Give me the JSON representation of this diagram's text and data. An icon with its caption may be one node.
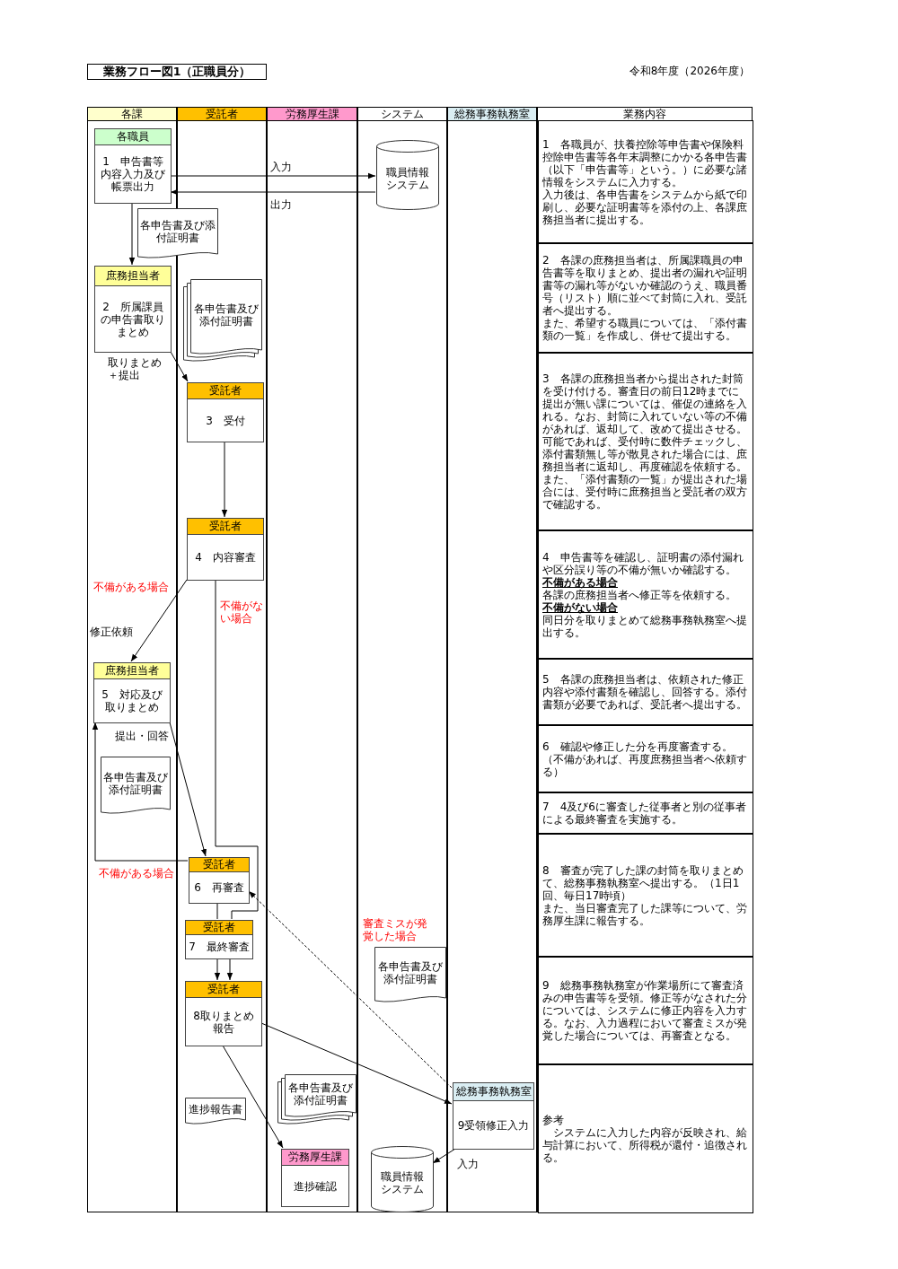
{
  "diagram": {
    "title": "業務フロー図1（正職員分）",
    "nodes": [
      {
        "text": [
          "各課"
        ]
      },
      {
        "text": [
          "受託者"
        ]
      },
      {
        "text": [
          "労務厚生課"
        ]
      },
      {
        "text": [
          "システム"
        ]
      },
      {
        "text": [
          "総務事務執務室"
        ]
      },
      {
        "text": [
          "業務内容"
        ]
      },
      {
        "text": [
          "各職員",
          "1　申告書等内容入力及び帳票出力"
        ],
        "in": 0
      },
      {
        "text": [
          "職員情報システム"
        ],
        "in": 3
      },
      {
        "text": [
          "各申告書及び添付証明書"
        ]
      },
      {
        "text": [
          "庶務担当者",
          "2　所属課員の申告書取りまとめ"
        ],
        "in": 0
      },
      {
        "text": [
          "各申告書及び添付証明書"
        ],
        "in": 1
      },
      {
        "text": [
          "受託者",
          "3　受付"
        ],
        "in": 1
      },
      {
        "text": [
          "受託者",
          "4　内容審査"
        ],
        "in": 1
      },
      {
        "text": [
          "庶務担当者",
          "5　対応及び取りまとめ"
        ],
        "in": 0
      },
      {
        "text": [
          "各申告書及び添付証明書"
        ],
        "in": 0
      },
      {
        "text": [
          "受託者",
          "6　再審査"
        ],
        "in": 1
      },
      {
        "text": [
          "受託者",
          "7　最終審査"
        ],
        "in": 1
      },
      {
        "text": [
          "受託者",
          "8取りまとめ報告"
        ],
        "in": 1
      },
      {
        "text": [
          "各申告書及び添付証明書"
        ],
        "in": 3
      },
      {
        "text": [
          "各申告書及び添付証明書"
        ],
        "in": 2
      },
      {
        "text": [
          "総務事務執務室",
          "9受領修正入力"
        ],
        "in": 4
      },
      {
        "text": [
          "進捗報告書"
        ],
        "in": 1
      },
      {
        "text": [
          "労務厚生課",
          "進捗確認"
        ],
        "in": 2
      },
      {
        "text": [
          "職員情報システム"
        ],
        "in": 3
      },
      {
        "text": [
          "1　各職員が、扶養控除等申告書や保険料控除申告書等各年末調整にかかる各申告書（以下「申告書等」という。）に必要な諸情報をシステムに入力する。",
          "入力後は、各申告書をシステムから紙で印刷し、必要な証明書等を添付の上、各課庶務担当者に提出する。"
        ],
        "in": 5
      },
      {
        "text": [
          "2　各課の庶務担当者は、所属課職員の申告書等を取りまとめ、提出者の漏れや証明書等の漏れ等がないか確認のうえ、職員番号（リスト）順に並べて封筒に入れ、受託者へ提出する。",
          "また、希望する職員については、「添付書類の一覧」を作成し、併せて提出する。"
        ],
        "in": 5
      },
      {
        "text": [
          "3　各課の庶務担当者から提出された封筒を受け付ける。審査日の前日12時までに提出が無い課については、催促の連絡を入れる。なお、封筒に入れていない等の不備があれば、返却して、改めて提出させる。",
          "可能であれば、受付時に数件チェックし、添付書類無し等が散見された場合には、庶務担当者に返却し、再度確認を依頼する。",
          "また、「添付書類の一覧」が提出された場合には、受付時に庶務担当と受託者の双方で確認する。"
        ],
        "in": 5
      },
      {
        "text": [
          "4　申告書等を確認し、証明書の添付漏れや区分誤り等の不備が無いか確認する。",
          "不備がある場合",
          "各課の庶務担当者へ修正等を依頼する。",
          "不備がない場合",
          "同日分を取りまとめて総務事務執務室へ提出する。"
        ],
        "in": 5
      },
      {
        "text": [
          "5　各課の庶務担当者は、依頼された修正内容や添付書類を確認し、回答する。添付書類が必要であれば、受託者へ提出する。"
        ],
        "in": 5
      },
      {
        "text": [
          "6　確認や修正した分を再度審査する。（不備があれば、再度庶務担当者へ依頼する）"
        ],
        "in": 5
      },
      {
        "text": [
          "7　4及び6に審査した従事者と別の従事者による最終審査を実施する。"
        ],
        "in": 5
      },
      {
        "text": [
          "8　審査が完了した課の封筒を取りまとめて、総務事務執務室へ提出する。（1日1回、毎日17時頃）",
          "また、当日審査完了した課等について、労務厚生課に報告する。"
        ],
        "in": 5
      },
      {
        "text": [
          "9　総務事務執務室が作業場所にて審査済みの申告書等を受領。修正等がなされた分については、システムに修正内容を入力する。なお、入力過程において審査ミスが発覚した場合については、再審査となる。"
        ],
        "in": 5
      },
      {
        "text": [
          "参考",
          "システムに入力した内容が反映され、給与計算において、所得税が還付・追徴される。"
        ],
        "in": 5
      }
    ],
    "edges": [
      {
        "from": 6,
        "to": 7,
        "arrow": "to",
        "label": "入力"
      },
      {
        "from": 7,
        "to": 6,
        "arrow": "to",
        "label": "出力"
      },
      {
        "from": 6,
        "to": 9,
        "arrow": "to"
      },
      {
        "from": 9,
        "to": 11,
        "arrow": "to",
        "label": "取りまとめ＋提出"
      },
      {
        "from": 11,
        "to": 12,
        "arrow": "to"
      },
      {
        "from": 12,
        "to": 13,
        "arrow": "to",
        "label": "修正依頼"
      },
      {
        "from": 12,
        "to": 16,
        "arrow": "none",
        "label": "不備がない場合"
      },
      {
        "from": 15,
        "to": 16,
        "arrow": "none"
      },
      {
        "from": 16,
        "to": 17,
        "arrow": "to"
      },
      {
        "from": 16,
        "to": 17,
        "arrow": "to"
      },
      {
        "from": 13,
        "to": 15,
        "arrow": "to",
        "label": "提出・回答"
      },
      {
        "from": 15,
        "to": 13,
        "arrow": "to",
        "label": "不備がある場合"
      },
      {
        "from": 20,
        "to": 15,
        "arrow": "to",
        "style": "dashed",
        "label": "審査ミスが発覚した場合"
      },
      {
        "from": 17,
        "to": 20,
        "arrow": "to"
      },
      {
        "from": 17,
        "to": 22,
        "arrow": "to"
      },
      {
        "from": 20,
        "to": 23,
        "arrow": "to",
        "label": "入力"
      }
    ],
    "labels": [
      "令和8年度（2026年度）",
      "不備がある場合"
    ]
  }
}
